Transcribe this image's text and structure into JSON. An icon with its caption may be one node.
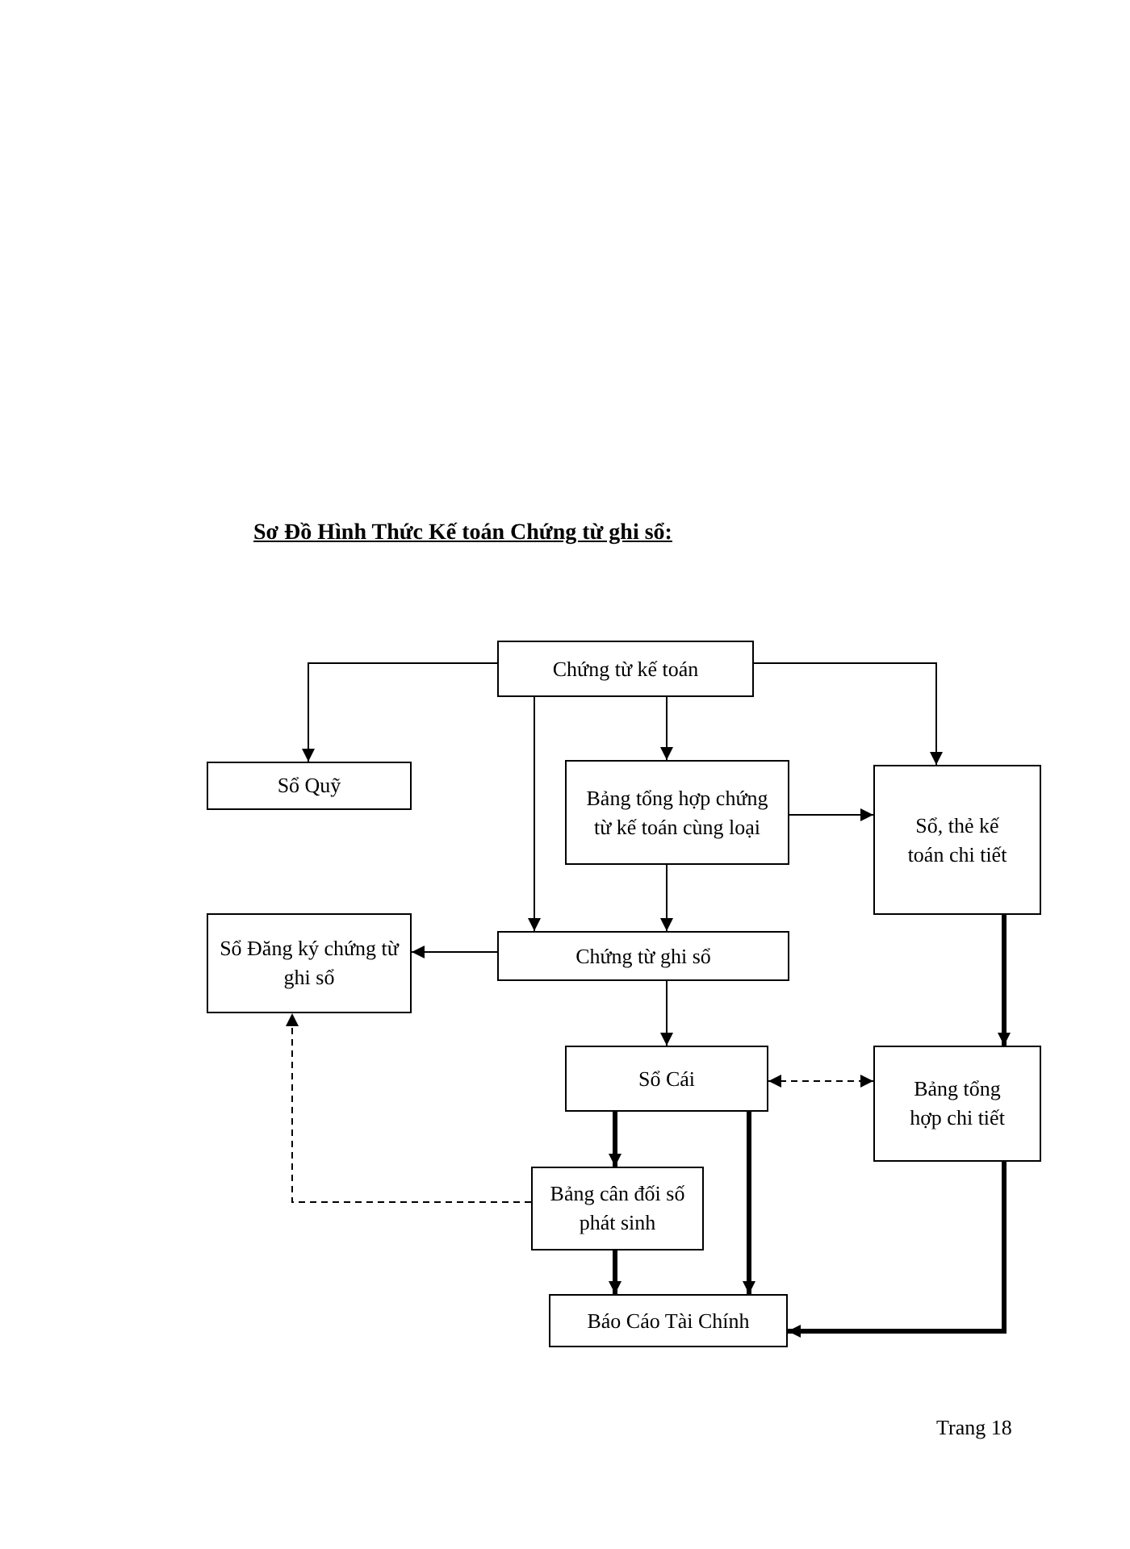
{
  "diagram": {
    "title": "Sơ Đồ Hình Thức Kế toán Chứng từ ghi sổ:",
    "nodes": [
      {
        "text": [
          "Chứng từ kế toán"
        ]
      },
      {
        "text": [
          "Sổ Quỹ"
        ]
      },
      {
        "text": [
          "Bảng tổng hợp chứng từ kế toán cùng loại"
        ]
      },
      {
        "text": [
          "Sổ, thẻ kế toán chi tiết"
        ]
      },
      {
        "text": [
          "Sổ Đăng ký chứng từ ghi sổ"
        ]
      },
      {
        "text": [
          "Chứng từ ghi sổ"
        ]
      },
      {
        "text": [
          "Sổ Cái"
        ]
      },
      {
        "text": [
          "Bảng tổng hợp chi tiết"
        ]
      },
      {
        "text": [
          "Bảng cân đối số phát sinh"
        ]
      },
      {
        "text": [
          "Báo Cáo Tài Chính"
        ]
      }
    ],
    "edges": [
      {
        "from": 0,
        "to": 1,
        "arrow": "to"
      },
      {
        "from": 0,
        "to": 5,
        "arrow": "to"
      },
      {
        "from": 0,
        "to": 2,
        "arrow": "to"
      },
      {
        "from": 0,
        "to": 3,
        "arrow": "to"
      },
      {
        "from": 2,
        "to": 3,
        "arrow": "to"
      },
      {
        "from": 2,
        "to": 5,
        "arrow": "to"
      },
      {
        "from": 5,
        "to": 4,
        "arrow": "to"
      },
      {
        "from": 5,
        "to": 6,
        "arrow": "to"
      },
      {
        "from": 3,
        "to": 7,
        "arrow": "to",
        "style": "thick"
      },
      {
        "from": 6,
        "to": 7,
        "arrow": "both",
        "style": "dashed"
      },
      {
        "from": 6,
        "to": 8,
        "arrow": "to",
        "style": "thick"
      },
      {
        "from": 6,
        "to": 9,
        "arrow": "to",
        "style": "thick"
      },
      {
        "from": 8,
        "to": 9,
        "arrow": "to",
        "style": "thick"
      },
      {
        "from": 7,
        "to": 9,
        "arrow": "to",
        "style": "thick"
      },
      {
        "from": 8,
        "to": 4,
        "arrow": "to",
        "style": "dashed"
      }
    ],
    "labels": [
      "Trang 18"
    ]
  }
}
